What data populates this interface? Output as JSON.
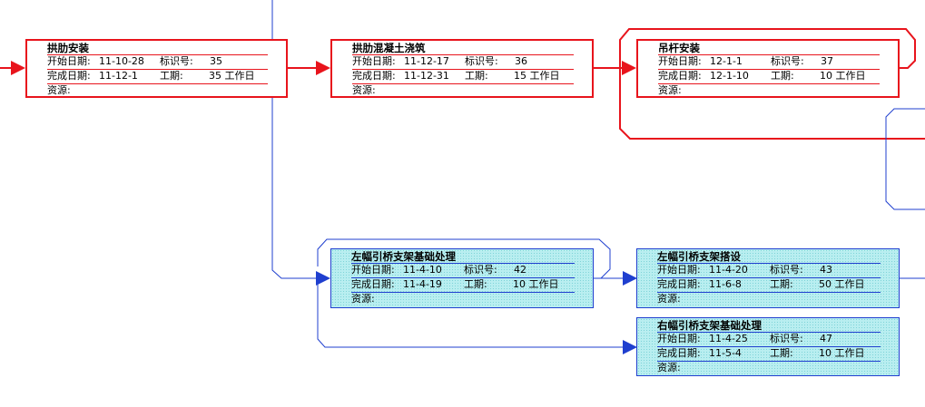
{
  "labels": {
    "start": "开始日期:",
    "finish": "完成日期:",
    "id": "标识号:",
    "duration": "工期:",
    "resource": "资源:"
  },
  "colors": {
    "critical": "#e8141c",
    "normal": "#1f3fcf",
    "normal_fill": "#b9eef0"
  },
  "tasks": [
    {
      "name": "拱肋安装",
      "start": "11-10-28",
      "finish": "11-12-1",
      "id": "35",
      "duration": "35 工作日",
      "critical": true
    },
    {
      "name": "拱肋混凝土浇筑",
      "start": "11-12-17",
      "finish": "11-12-31",
      "id": "36",
      "duration": "15 工作日",
      "critical": true
    },
    {
      "name": "吊杆安装",
      "start": "12-1-1",
      "finish": "12-1-10",
      "id": "37",
      "duration": "10 工作日",
      "critical": true
    },
    {
      "name": "左幅引桥支架基础处理",
      "start": "11-4-10",
      "finish": "11-4-19",
      "id": "42",
      "duration": "10 工作日",
      "critical": false
    },
    {
      "name": "左幅引桥支架搭设",
      "start": "11-4-20",
      "finish": "11-6-8",
      "id": "43",
      "duration": "50 工作日",
      "critical": false
    },
    {
      "name": "右幅引桥支架基础处理",
      "start": "11-4-25",
      "finish": "11-5-4",
      "id": "47",
      "duration": "10 工作日",
      "critical": false
    }
  ]
}
